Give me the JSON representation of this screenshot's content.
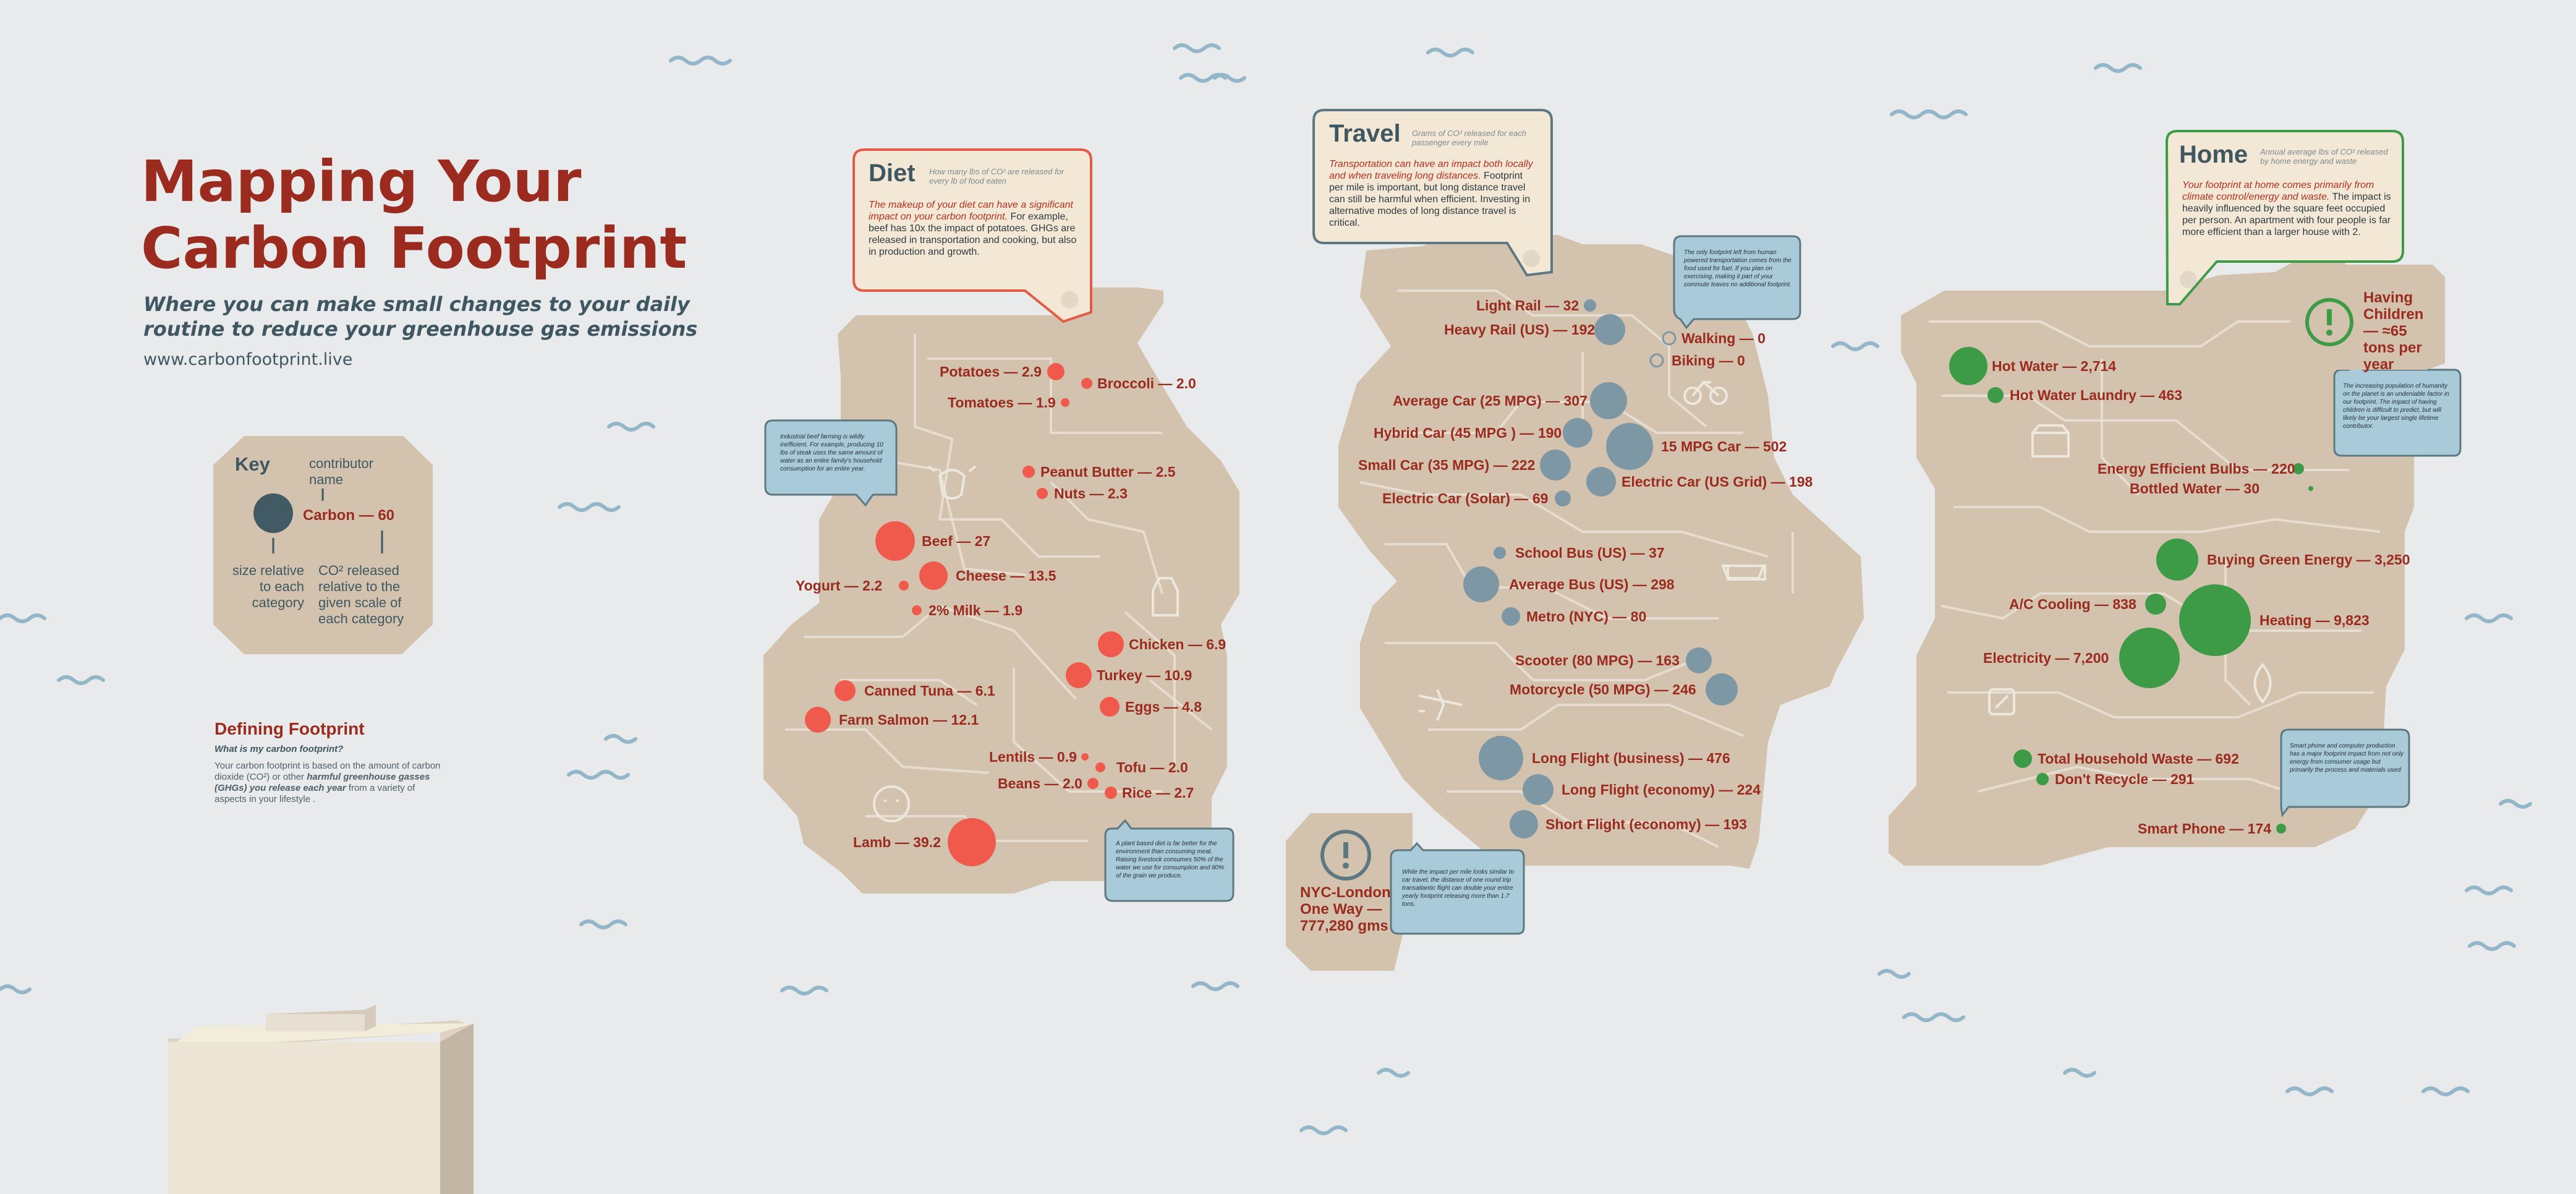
{
  "title": [
    "Mapping Your",
    "Carbon Footprint"
  ],
  "subtitle": "Where you can make small changes to your daily routine to reduce your greenhouse gas emissions",
  "url": "www.carbonfootprint.live",
  "key": {
    "title": "Key",
    "contributor_name": "contributor name",
    "example": "Carbon — 60",
    "size_note": "size relative to each category",
    "co2_note": "CO² released relative to the given scale of each category"
  },
  "definition": {
    "title": "Defining Footprint",
    "question": "What is my carbon footprint?",
    "body_pre": "Your carbon footprint is based on the amount of carbon dioxide (CO²) or other ",
    "body_hl": "harmful greenhouse gasses (GHGs) you release each year",
    "body_post": " from a variety of aspects in your lifestyle ."
  },
  "colors": {
    "diet": "#ef5a4c",
    "travel": "#7d97a5",
    "home": "#3d9a47",
    "land": "#d3c3ae",
    "title_red": "#9b2a1f",
    "slate": "#3f5761",
    "water": "#93b6c9",
    "note_bg": "#a9cad8"
  },
  "diet": {
    "header": "Diet",
    "header_sub": "How many lbs of CO² are released for every lb of food eaten",
    "intro_red": "The makeup of your diet can have a significant impact on your carbon footprint.",
    "intro": " For example, beef has 10x the impact of potatoes. GHGs are released in transportation and cooking, but also in production and growth.",
    "note_beef": "Industrial beef farming is wildly inefficient. For example, producing 10 lbs of steak uses the same amount of water as an entire family's household consumption for an entire year.",
    "note_plant": "A plant based diet is far better for the environment than consuming meat. Raising livestock consumes 50% of the water we use for consumption and 80% of the grain we produce.",
    "items": [
      {
        "label": "Potatoes — 2.9"
      },
      {
        "label": "Broccoli — 2.0"
      },
      {
        "label": "Tomatoes — 1.9"
      },
      {
        "label": "Peanut Butter — 2.5"
      },
      {
        "label": "Nuts — 2.3"
      },
      {
        "label": "Beef — 27"
      },
      {
        "label": "Yogurt — 2.2"
      },
      {
        "label": "Cheese — 13.5"
      },
      {
        "label": "2% Milk — 1.9"
      },
      {
        "label": "Chicken — 6.9"
      },
      {
        "label": "Turkey — 10.9"
      },
      {
        "label": "Eggs — 4.8"
      },
      {
        "label": "Canned Tuna — 6.1"
      },
      {
        "label": "Farm Salmon — 12.1"
      },
      {
        "label": "Lentils — 0.9"
      },
      {
        "label": "Tofu — 2.0"
      },
      {
        "label": "Beans — 2.0"
      },
      {
        "label": "Rice — 2.7"
      },
      {
        "label": "Lamb — 39.2"
      }
    ]
  },
  "travel": {
    "header": "Travel",
    "header_sub": "Grams of CO² released for each passenger every mile",
    "intro_red": "Transportation can have an impact both locally and when traveling long distances.",
    "intro": " Footprint per mile is important, but long distance travel can still be harmful when efficient. Investing in alternative modes of long distance travel is critical.",
    "note_walk": "The only footprint left from human powered transportation comes from the food used for fuel. If you plan on exercising, making it part of your commute leaves no additional footprint.",
    "note_flight": "While the impact per mile looks similar to car travel, the distance of one round trip transatlantic flight can double your entire yearly footprint releasing more than 1.7 tons.",
    "alert": "NYC-London One Way — 777,280 gms",
    "items": [
      {
        "label": "Light Rail — 32"
      },
      {
        "label": "Heavy Rail (US) — 192"
      },
      {
        "label": "Walking — 0"
      },
      {
        "label": "Biking — 0"
      },
      {
        "label": "Average Car (25 MPG) — 307"
      },
      {
        "label": "Hybrid Car (45 MPG ) — 190"
      },
      {
        "label": "15 MPG Car — 502"
      },
      {
        "label": "Small Car (35 MPG) — 222"
      },
      {
        "label": "Electric Car (US Grid) — 198"
      },
      {
        "label": "Electric Car (Solar) — 69"
      },
      {
        "label": "School Bus (US) — 37"
      },
      {
        "label": "Average Bus (US) — 298"
      },
      {
        "label": "Metro (NYC) — 80"
      },
      {
        "label": "Scooter (80 MPG) — 163"
      },
      {
        "label": "Motorcycle (50 MPG) — 246"
      },
      {
        "label": "Long Flight (business) — 476"
      },
      {
        "label": "Long Flight (economy) — 224"
      },
      {
        "label": "Short Flight (economy) — 193"
      }
    ]
  },
  "home": {
    "header": "Home",
    "header_sub": "Annual average lbs of CO² released by home energy and waste",
    "intro_red": "Your footprint at home comes primarily from climate control/energy and waste.",
    "intro": " The impact is heavily influenced by the square feet occupied per person. An apartment with four people is far more efficient than a larger house with 2.",
    "alert": "Having Children — ≈65 tons per year",
    "note_children": "The increasing population of humanity on the planet is an undeniable factor in our footprint. The impact of having children is difficult to predict, but will likely be your largest single lifetime contributor.",
    "note_phone": "Smart phone and computer production has a major footprint impact from not only energy from consumer usage but primarily the process and materials used",
    "items": [
      {
        "label": "Hot Water — 2,714"
      },
      {
        "label": "Hot Water Laundry — 463"
      },
      {
        "label": "Energy Efficient Bulbs — 220"
      },
      {
        "label": "Bottled Water — 30"
      },
      {
        "label": "Buying Green Energy — 3,250"
      },
      {
        "label": "A/C Cooling — 838"
      },
      {
        "label": "Heating — 9,823"
      },
      {
        "label": "Electricity — 7,200"
      },
      {
        "label": "Total Household Waste — 692"
      },
      {
        "label": "Don't Recycle — 291"
      },
      {
        "label": "Smart Phone — 174"
      }
    ]
  }
}
